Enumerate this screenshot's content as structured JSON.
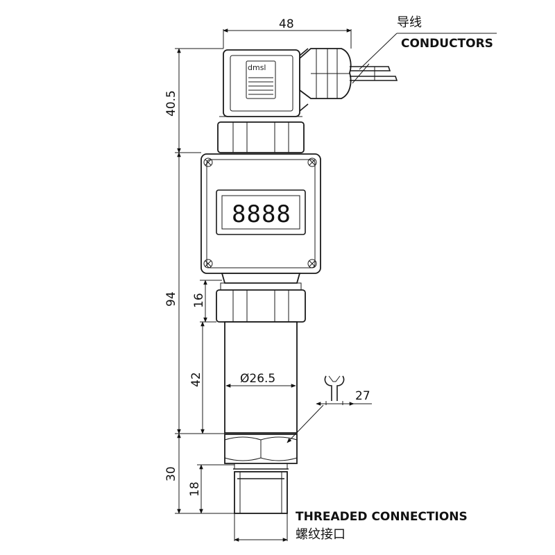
{
  "labels": {
    "conductors_cn": "导线",
    "conductors_en": "CONDUCTORS",
    "threaded_en": "THREADED CONNECTIONS",
    "threaded_cn": "螺纹接口"
  },
  "display": {
    "digits": "8888",
    "logo": "dmsl"
  },
  "dimensions": {
    "width_top": "48",
    "head_height": "40.5",
    "body_height": "94",
    "nut_height": "16",
    "cylinder_height": "42",
    "diameter": "Ø26.5",
    "wrench_size": "27",
    "fitting_height": "30",
    "thread_height": "18"
  }
}
